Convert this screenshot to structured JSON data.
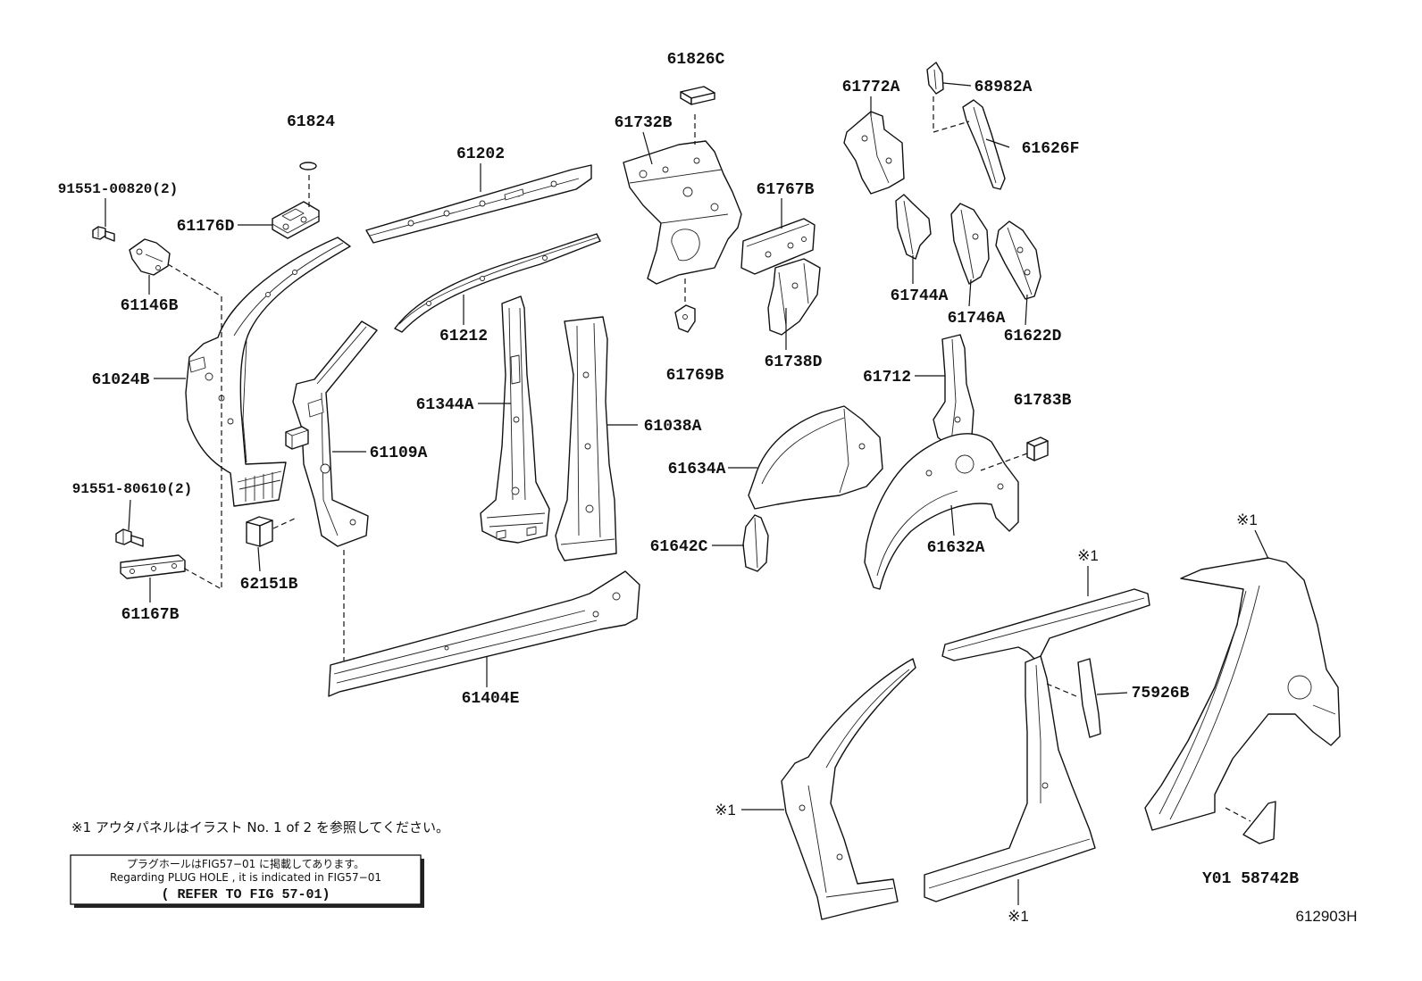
{
  "part_numbers": [
    "61826C",
    "61824",
    "61202",
    "61732B",
    "61772A",
    "68982A",
    "61626F",
    "91551-00820(2)",
    "61176D",
    "61767B",
    "61146B",
    "61744A",
    "61746A",
    "61622D",
    "61212",
    "61738D",
    "61769B",
    "61024B",
    "61712",
    "61344A",
    "61783B",
    "61038A",
    "61109A",
    "61634A",
    "91551-80610(2)",
    "61642C",
    "61632A",
    "62151B",
    "61167B",
    "75926B",
    "61404E",
    "Y01 58742B"
  ],
  "outer_panel_mark": "※1",
  "outer_panel_note": "※1 アウタパネルはイラスト No. 1 of 2 を参照してください。",
  "plug_hole_box": {
    "line_ja": "プラグホールはFIG57−01 に掲載してあります。",
    "line_en": "Regarding PLUG HOLE , it is indicated in FIG57−01",
    "refer": "( REFER TO FIG 57-01)"
  },
  "figure_code": "612903H"
}
